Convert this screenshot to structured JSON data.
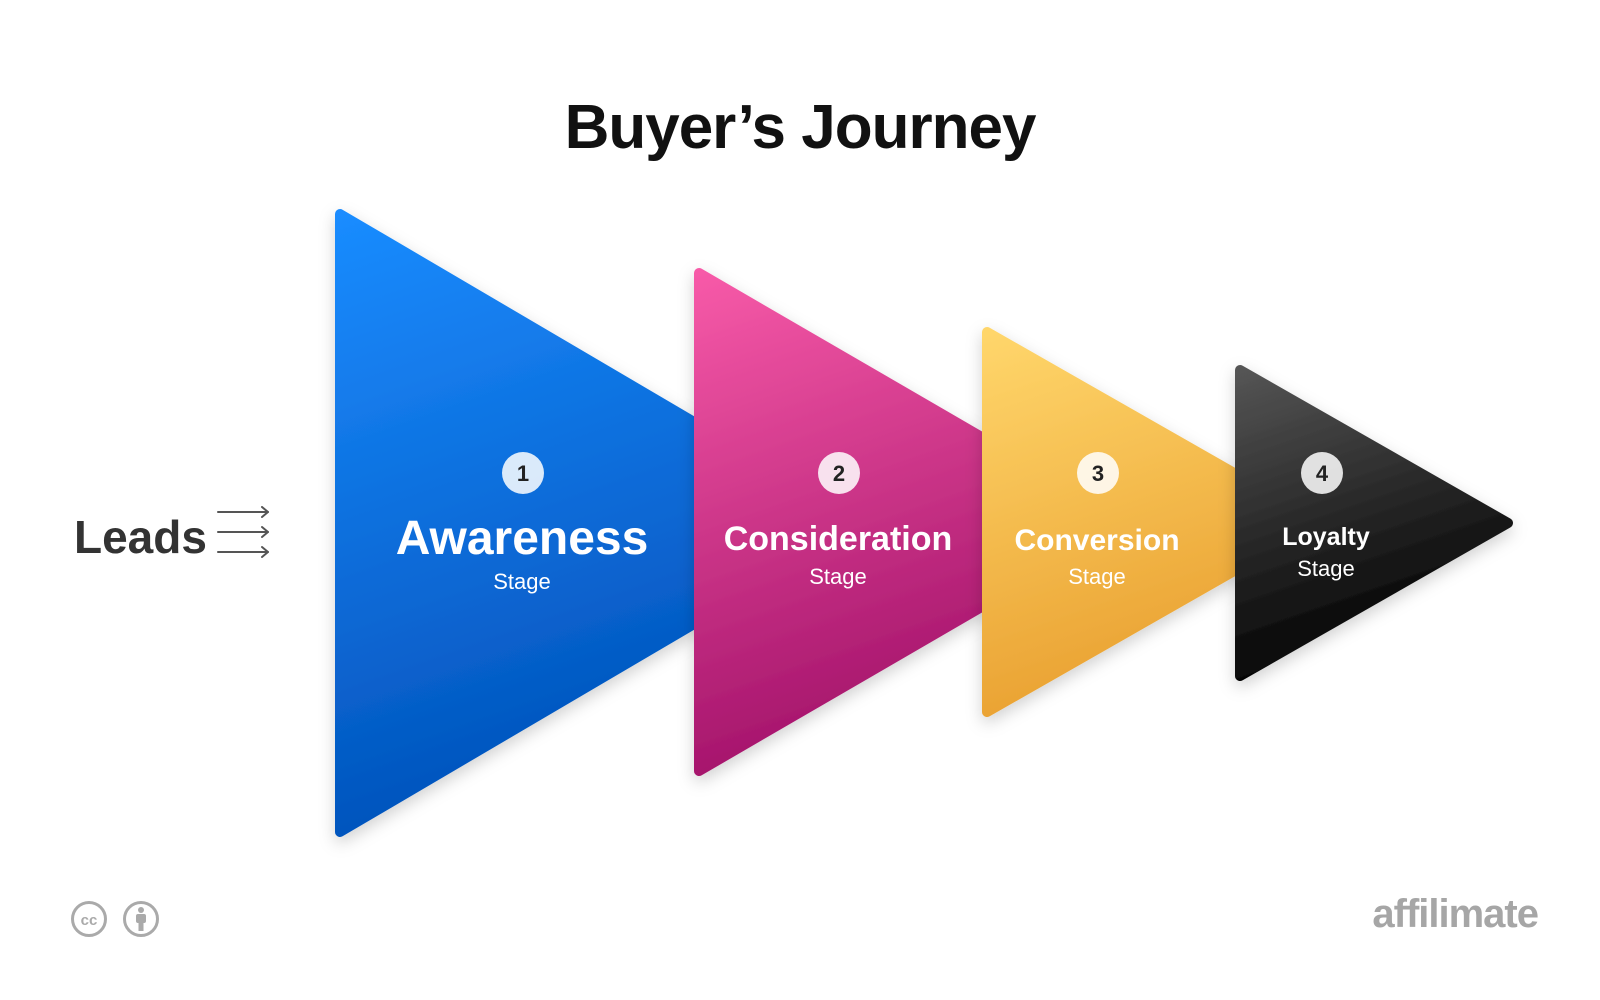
{
  "title": "Buyer’s Journey",
  "leads": {
    "label": "Leads"
  },
  "stages": [
    {
      "number": "1",
      "name": "Awareness",
      "sub": "Stage",
      "color_top": "#1a8cff",
      "color_bottom": "#0050b8"
    },
    {
      "number": "2",
      "name": "Consideration",
      "sub": "Stage",
      "color_top": "#f75aa8",
      "color_bottom": "#a01068"
    },
    {
      "number": "3",
      "name": "Conversion",
      "sub": "Stage",
      "color_top": "#ffd66b",
      "color_bottom": "#e9a030"
    },
    {
      "number": "4",
      "name": "Loyalty",
      "sub": "Stage",
      "color_top": "#555555",
      "color_bottom": "#000000"
    }
  ],
  "footer": {
    "icons": [
      "creative-commons-icon",
      "attribution-icon"
    ],
    "brand": "affilimate"
  }
}
